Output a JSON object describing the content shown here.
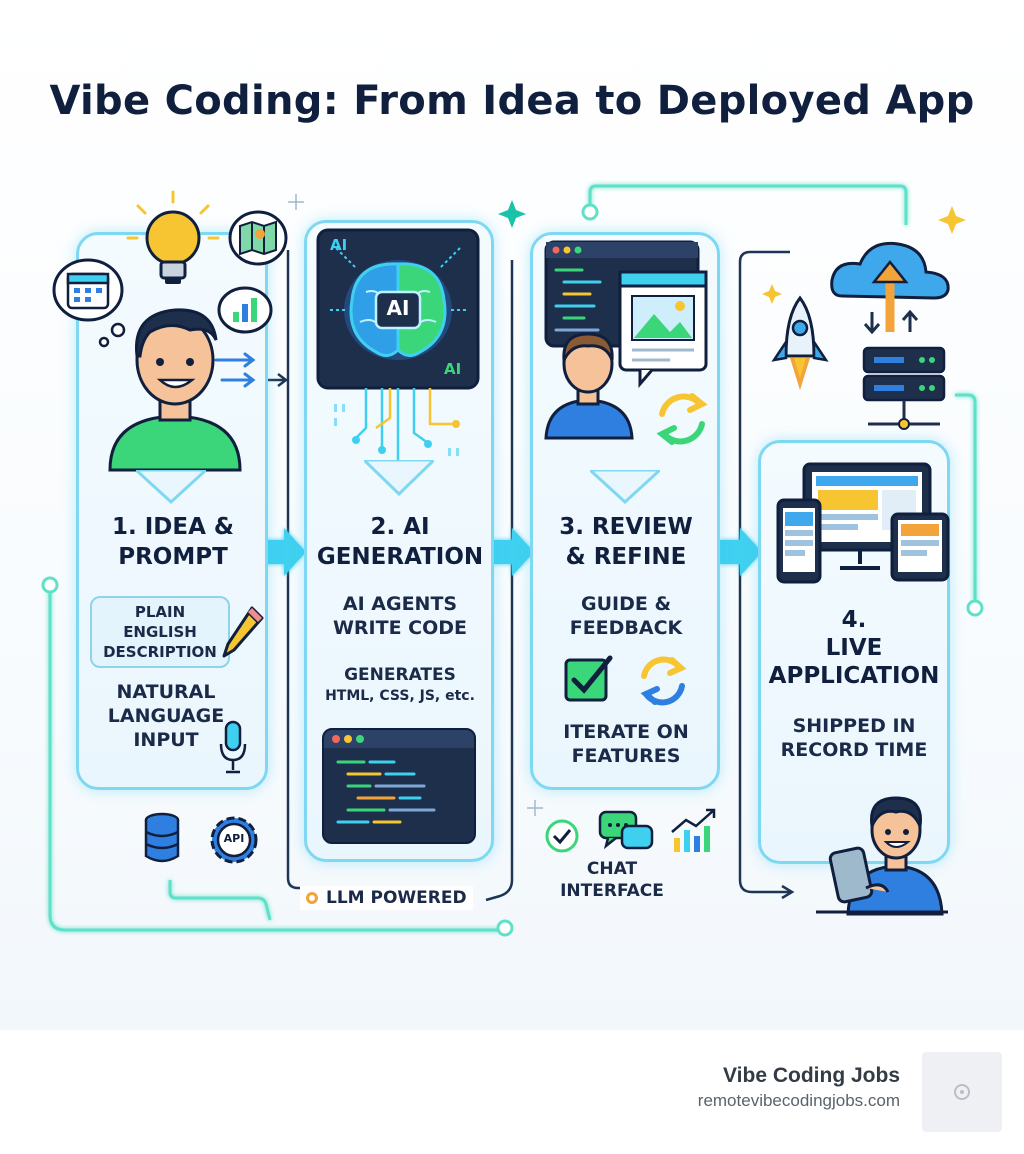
{
  "title": "Vibe Coding: From Idea to Deployed App",
  "steps": [
    {
      "title_line1": "1. IDEA &",
      "title_line2": "PROMPT",
      "bubble_line1": "PLAIN ENGLISH",
      "bubble_line2": "DESCRIPTION",
      "detail_line1": "NATURAL",
      "detail_line2": "LANGUAGE",
      "detail_line3": "INPUT"
    },
    {
      "title_line1": "2. AI",
      "title_line2": "GENERATION",
      "detail_line1": "AI AGENTS",
      "detail_line2": "WRITE CODE",
      "extra_line1": "GENERATES",
      "extra_line2": "HTML, CSS, JS, etc."
    },
    {
      "title_line1": "3. REVIEW",
      "title_line2": "& REFINE",
      "detail_line1": "GUIDE &",
      "detail_line2": "FEEDBACK",
      "extra_line1": "ITERATE ON",
      "extra_line2": "FEATURES"
    },
    {
      "title_line1": "4.",
      "title_line2": "LIVE",
      "title_line3": "APPLICATION",
      "detail_line1": "SHIPPED IN",
      "detail_line2": "RECORD TIME"
    }
  ],
  "brain_label": "AI",
  "chip_label_1": "AI",
  "chip_label_2": "AI",
  "api_label": "API",
  "llm_label": "LLM POWERED",
  "chat_label_1": "CHAT",
  "chat_label_2": "INTERFACE",
  "footer": {
    "name": "Vibe Coding Jobs",
    "url": "remotevibecodingjobs.com"
  },
  "colors": {
    "navy": "#0f1f3d",
    "cyan": "#3fd0f0",
    "green": "#3bd67a",
    "yellow": "#f7c531",
    "orange": "#f2a33a",
    "blue": "#2f7fe0",
    "skin": "#f5c29a"
  },
  "icons": [
    "lightbulb-icon",
    "calendar-icon",
    "map-icon",
    "chart-icon",
    "pencil-icon",
    "microphone-icon",
    "database-icon",
    "api-gear-icon",
    "brain-icon",
    "code-window-icon",
    "image-icon",
    "refresh-icon",
    "checkbox-icon",
    "chat-icon",
    "growth-chart-icon",
    "cloud-upload-icon",
    "rocket-icon",
    "server-icon",
    "devices-icon",
    "sparkle-icon"
  ]
}
